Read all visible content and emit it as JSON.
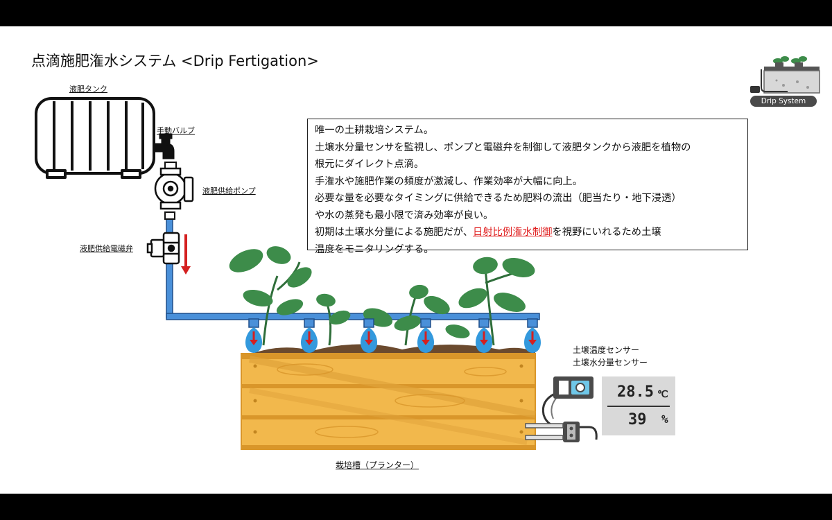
{
  "title": "点滴施肥潅水システム <Drip Fertigation>",
  "labels": {
    "tank": "液肥タンク",
    "valve": "手動バルブ",
    "pump": "液肥供給ポンプ",
    "solenoid": "液肥供給電磁弁",
    "planter": "栽培槽（プランター）",
    "sensor_temp": "土壌温度センサー",
    "sensor_moisture": "土壌水分量センサー",
    "badge": "Drip System"
  },
  "info": {
    "line1": "唯一の土耕栽培システム。",
    "line2": "土壌水分量センサを監視し、ポンプと電磁弁を制御して液肥タンクから液肥を植物の",
    "line3": "根元にダイレクト点滴。",
    "line4": "手潅水や施肥作業の頻度が激減し、作業効率が大幅に向上。",
    "line5": "必要な量を必要なタイミングに供給できるため肥料の流出（肥当たり・地下浸透）",
    "line6": "や水の蒸発も最小限で済み効率が良い。",
    "line7_pre": "初期は土壌水分量による施肥だが、",
    "line7_hl": "日射比例潅水制御",
    "line7_post": "を視野にいれるため土壌",
    "line8": "温度をモニタリングする。"
  },
  "readout": {
    "temperature": "28.5",
    "temperature_unit": "℃",
    "moisture": "39",
    "moisture_unit": "%"
  },
  "colors": {
    "pipe": "#4a90d9",
    "pipe_dark": "#1f4f8a",
    "arrow": "#d42020",
    "drop": "#3399dd",
    "wood": "#f2b84c",
    "wood_dark": "#d9962a",
    "leaf": "#3d8c4a",
    "highlight": "#e02020"
  }
}
